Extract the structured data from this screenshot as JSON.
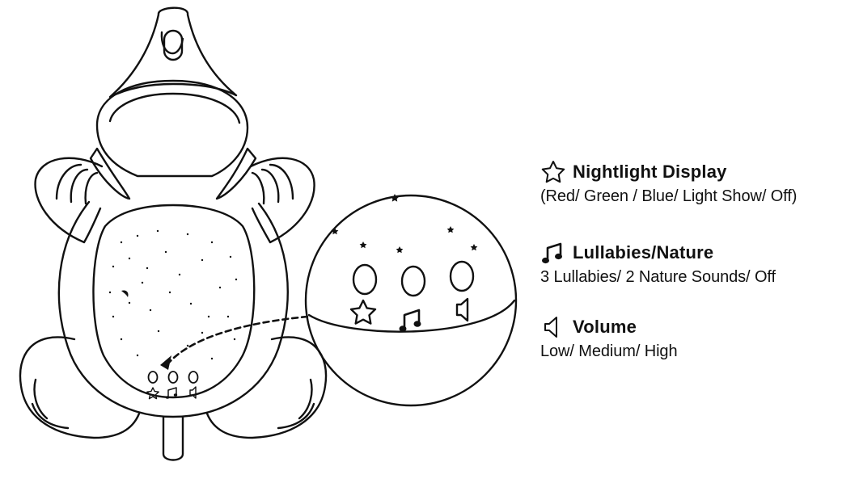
{
  "legend": {
    "items": [
      {
        "icon": "star-icon",
        "title": "Nightlight Display",
        "description": "(Red/ Green / Blue/ Light Show/ Off)"
      },
      {
        "icon": "music-note-icon",
        "title": "Lullabies/Nature",
        "description": "3 Lullabies/ 2 Nature Sounds/ Off"
      },
      {
        "icon": "speaker-icon",
        "title": "Volume",
        "description": "Low/ Medium/ High"
      }
    ]
  },
  "colors": {
    "ink": "#111111",
    "background": "#ffffff"
  }
}
